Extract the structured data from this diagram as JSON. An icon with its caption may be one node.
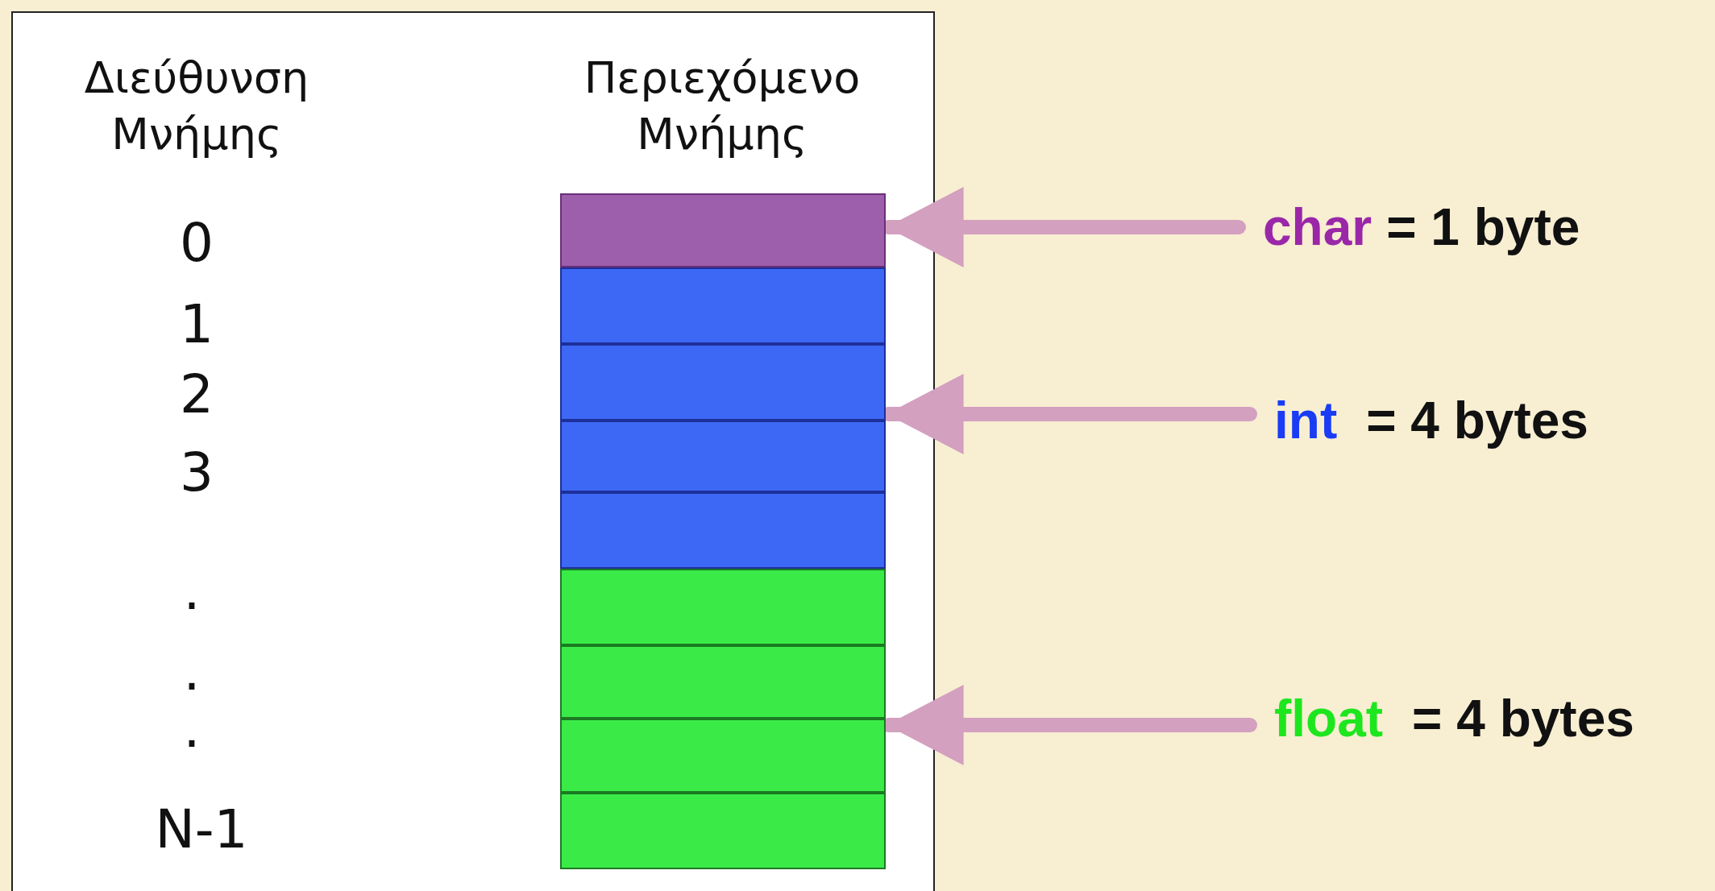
{
  "diagram": {
    "nodes": [
      {
        "text": [],
        "shape": "box"
      },
      {
        "text": [],
        "shape": "box"
      },
      {
        "text": [],
        "shape": "box"
      },
      {
        "text": [],
        "shape": "box"
      },
      {
        "text": [],
        "shape": "box"
      },
      {
        "text": [],
        "shape": "box"
      },
      {
        "text": [],
        "shape": "box"
      },
      {
        "text": [],
        "shape": "box"
      },
      {
        "text": [],
        "shape": "box"
      },
      {
        "text": [
          "char",
          "= 1 byte"
        ]
      },
      {
        "text": [
          "int",
          "= 4 bytes"
        ]
      },
      {
        "text": [
          "float",
          "= 4 bytes"
        ]
      }
    ],
    "edges": [
      {
        "from": 9,
        "to": 0,
        "arrow": "to"
      },
      {
        "from": 10,
        "to": 2,
        "arrow": "to"
      },
      {
        "from": 11,
        "to": 7,
        "arrow": "to"
      }
    ],
    "labels": [
      "Διεύθυνση Μνήμης",
      "Περιεχόμενο Μνήμης",
      "0",
      "1",
      "2",
      "3",
      ".",
      ".",
      ".",
      "N-1"
    ]
  }
}
